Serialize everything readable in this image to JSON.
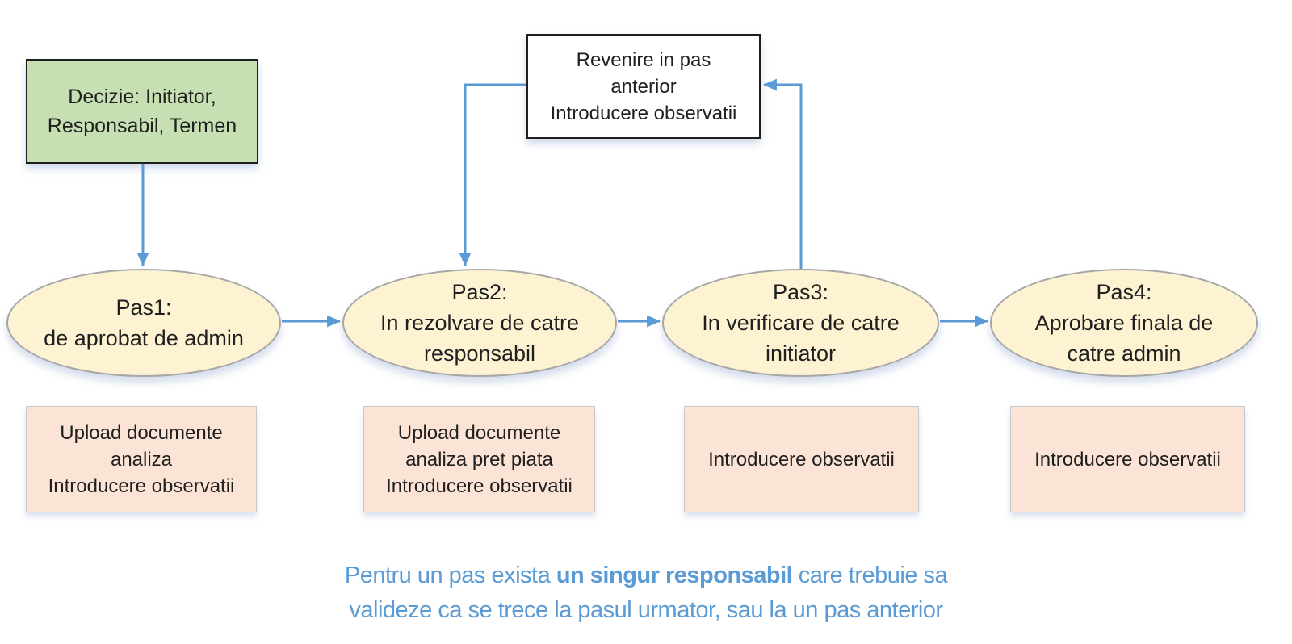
{
  "colors": {
    "accent_blue": "#5b9bd5",
    "decision_fill": "#c6e0b4",
    "node_fill": "#fdf2d2",
    "node_border": "#a6a6a6",
    "action_fill": "#fbe4d5",
    "action_border": "#c9c9c9",
    "dark_border": "#1f1f1f",
    "text_dark": "#1f1f1f"
  },
  "decision_box": {
    "lines": [
      "Decizie: Initiator,",
      "Responsabil, Termen"
    ]
  },
  "revenire_box": {
    "lines": [
      "Revenire in pas",
      "anterior",
      "Introducere observatii"
    ]
  },
  "steps": [
    {
      "id": "pas1",
      "lines": [
        "Pas1:",
        "de aprobat de admin"
      ]
    },
    {
      "id": "pas2",
      "lines": [
        "Pas2:",
        "In rezolvare de catre",
        "responsabil"
      ]
    },
    {
      "id": "pas3",
      "lines": [
        "Pas3:",
        "In verificare de catre",
        "initiator"
      ]
    },
    {
      "id": "pas4",
      "lines": [
        "Pas4:",
        "Aprobare finala de",
        "catre admin"
      ]
    }
  ],
  "action_boxes": [
    {
      "lines": [
        "Upload documente",
        "analiza",
        "Introducere observatii"
      ]
    },
    {
      "lines": [
        "Upload documente",
        "analiza pret piata",
        "Introducere observatii"
      ]
    },
    {
      "lines": [
        "Introducere observatii"
      ]
    },
    {
      "lines": [
        "Introducere observatii"
      ]
    }
  ],
  "note": {
    "line1_pre": "Pentru un pas exista ",
    "line1_bold": "un singur responsabil",
    "line1_post": " care trebuie sa",
    "line2": "valideze ca se trece la pasul urmator, sau la un pas anterior"
  }
}
